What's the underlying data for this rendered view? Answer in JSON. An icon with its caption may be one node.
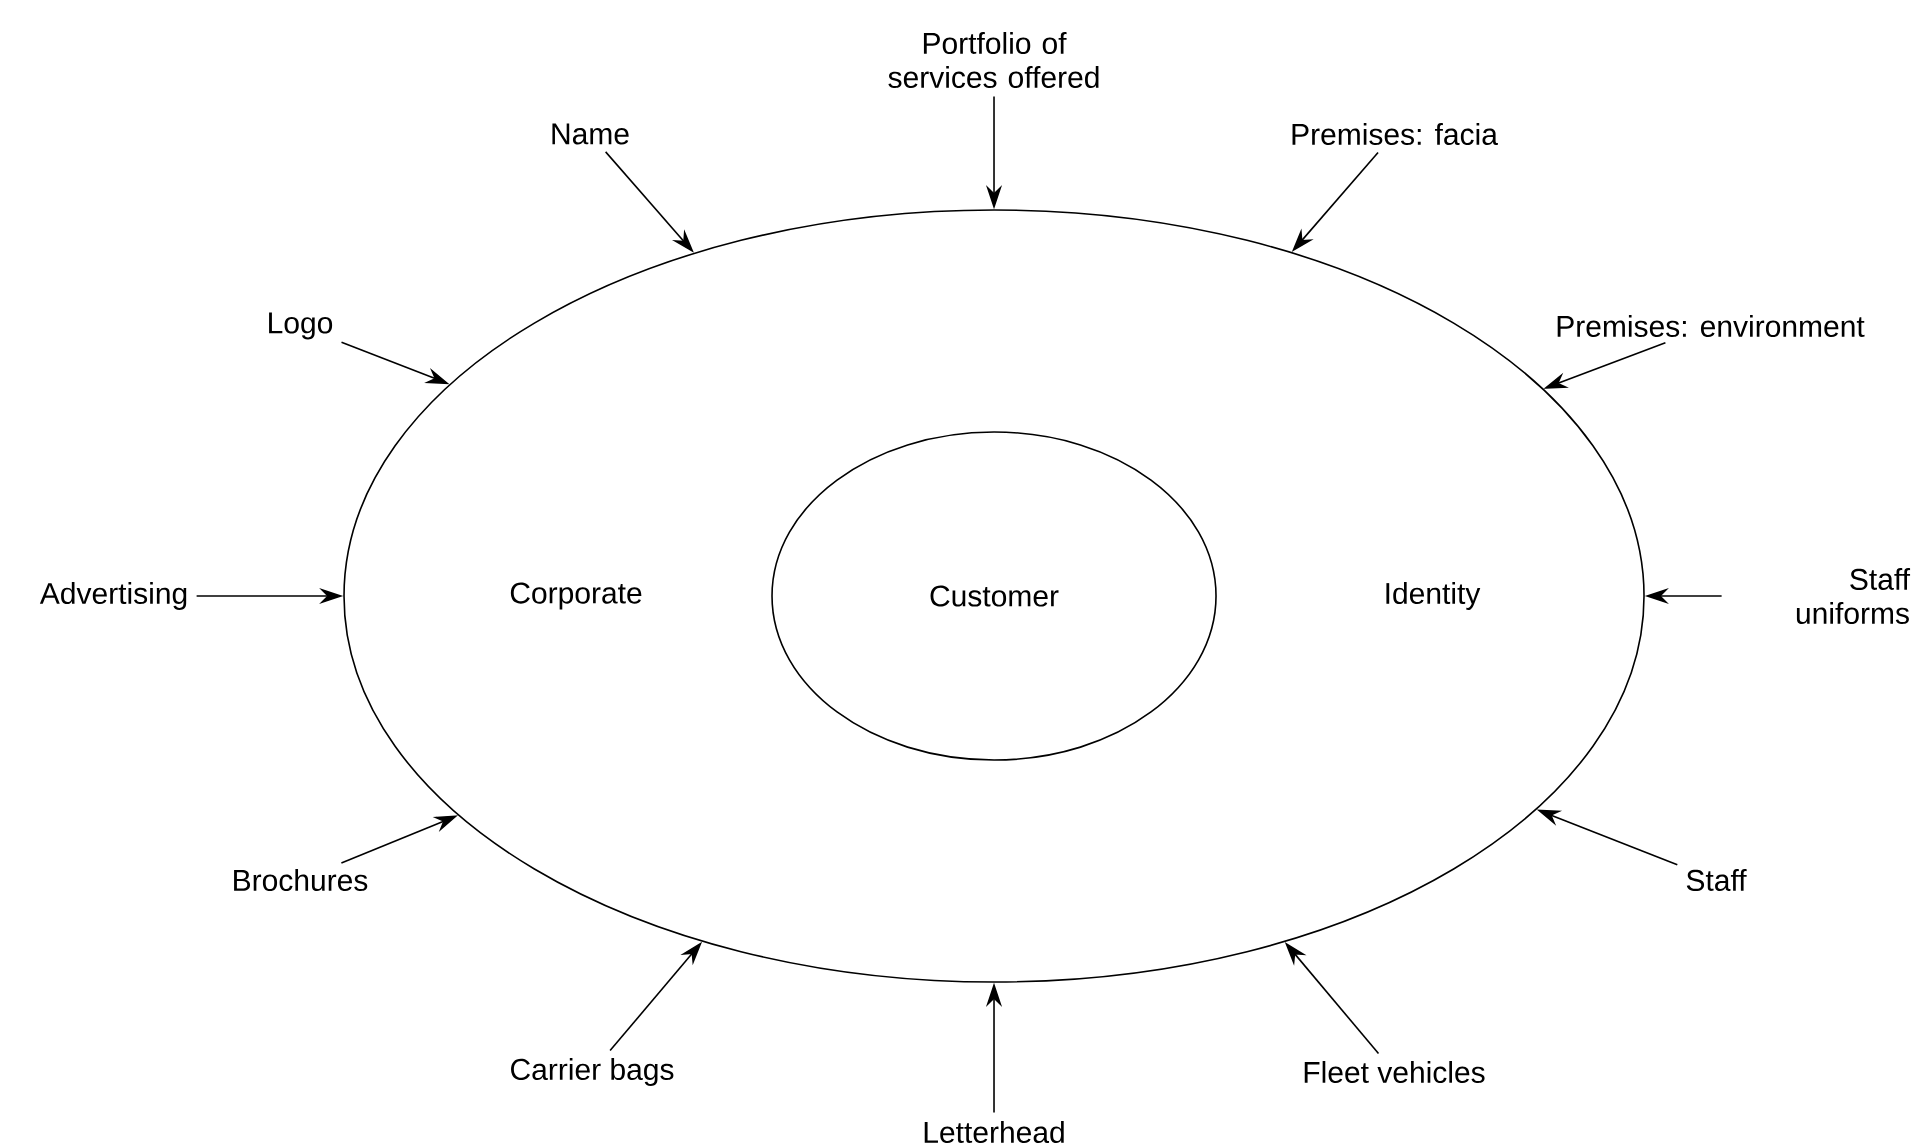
{
  "diagram": {
    "nodes": [
      {
        "text": [
          "Corporate",
          "Identity"
        ]
      },
      {
        "text": [
          "Customer"
        ],
        "in": 0
      },
      {
        "text": [
          "Portfolio of services offered"
        ]
      },
      {
        "text": [
          "Name"
        ]
      },
      {
        "text": [
          "Premises: facia"
        ]
      },
      {
        "text": [
          "Logo"
        ]
      },
      {
        "text": [
          "Premises: environment"
        ]
      },
      {
        "text": [
          "Advertising"
        ]
      },
      {
        "text": [
          "Staff uniforms"
        ]
      },
      {
        "text": [
          "Brochures"
        ]
      },
      {
        "text": [
          "Staff"
        ]
      },
      {
        "text": [
          "Carrier bags"
        ]
      },
      {
        "text": [
          "Fleet vehicles"
        ]
      },
      {
        "text": [
          "Letterhead"
        ]
      }
    ],
    "edges": [
      {
        "from": 2,
        "to": 0,
        "arrow": "to"
      },
      {
        "from": 3,
        "to": 0,
        "arrow": "to"
      },
      {
        "from": 4,
        "to": 0,
        "arrow": "to"
      },
      {
        "from": 5,
        "to": 0,
        "arrow": "to"
      },
      {
        "from": 6,
        "to": 0,
        "arrow": "to"
      },
      {
        "from": 7,
        "to": 0,
        "arrow": "to"
      },
      {
        "from": 8,
        "to": 0,
        "arrow": "to"
      },
      {
        "from": 9,
        "to": 0,
        "arrow": "to"
      },
      {
        "from": 10,
        "to": 0,
        "arrow": "to"
      },
      {
        "from": 11,
        "to": 0,
        "arrow": "to"
      },
      {
        "from": 12,
        "to": 0,
        "arrow": "to"
      },
      {
        "from": 13,
        "to": 0,
        "arrow": "to"
      }
    ]
  }
}
